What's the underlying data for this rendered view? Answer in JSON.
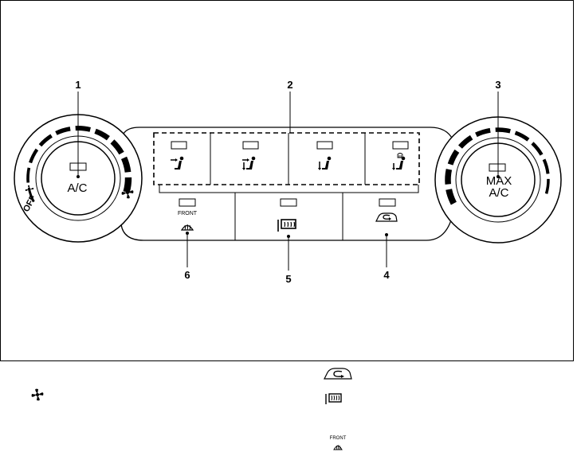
{
  "callouts": {
    "c1": "1",
    "c2": "2",
    "c3": "3",
    "c4": "4",
    "c5": "5",
    "c6": "6"
  },
  "left_knob": {
    "label": "A/C",
    "off_label": "OFF",
    "icons": [
      "fan-low-icon",
      "fan-high-icon"
    ]
  },
  "right_knob": {
    "label_line1": "MAX",
    "label_line2": "A/C"
  },
  "mode_buttons": [
    {
      "name": "face-vent",
      "icon": "face-airflow-icon"
    },
    {
      "name": "bi-level",
      "icon": "bi-level-airflow-icon"
    },
    {
      "name": "foot",
      "icon": "foot-airflow-icon"
    },
    {
      "name": "foot-defrost",
      "icon": "foot-defrost-airflow-icon"
    }
  ],
  "lower_buttons": {
    "front_defrost_text": "FRONT",
    "front_defrost_icon": "front-defrost-icon",
    "rear_defrost_icon": "rear-defrost-icon",
    "recirculation_icon": "recirculation-icon"
  },
  "legend": {
    "fan_icon": "fan-icon",
    "recirc_icon": "recirculation-icon",
    "rear_defrost_icon": "rear-defrost-icon",
    "front_text": "FRONT",
    "front_defrost_icon": "front-defrost-icon"
  }
}
